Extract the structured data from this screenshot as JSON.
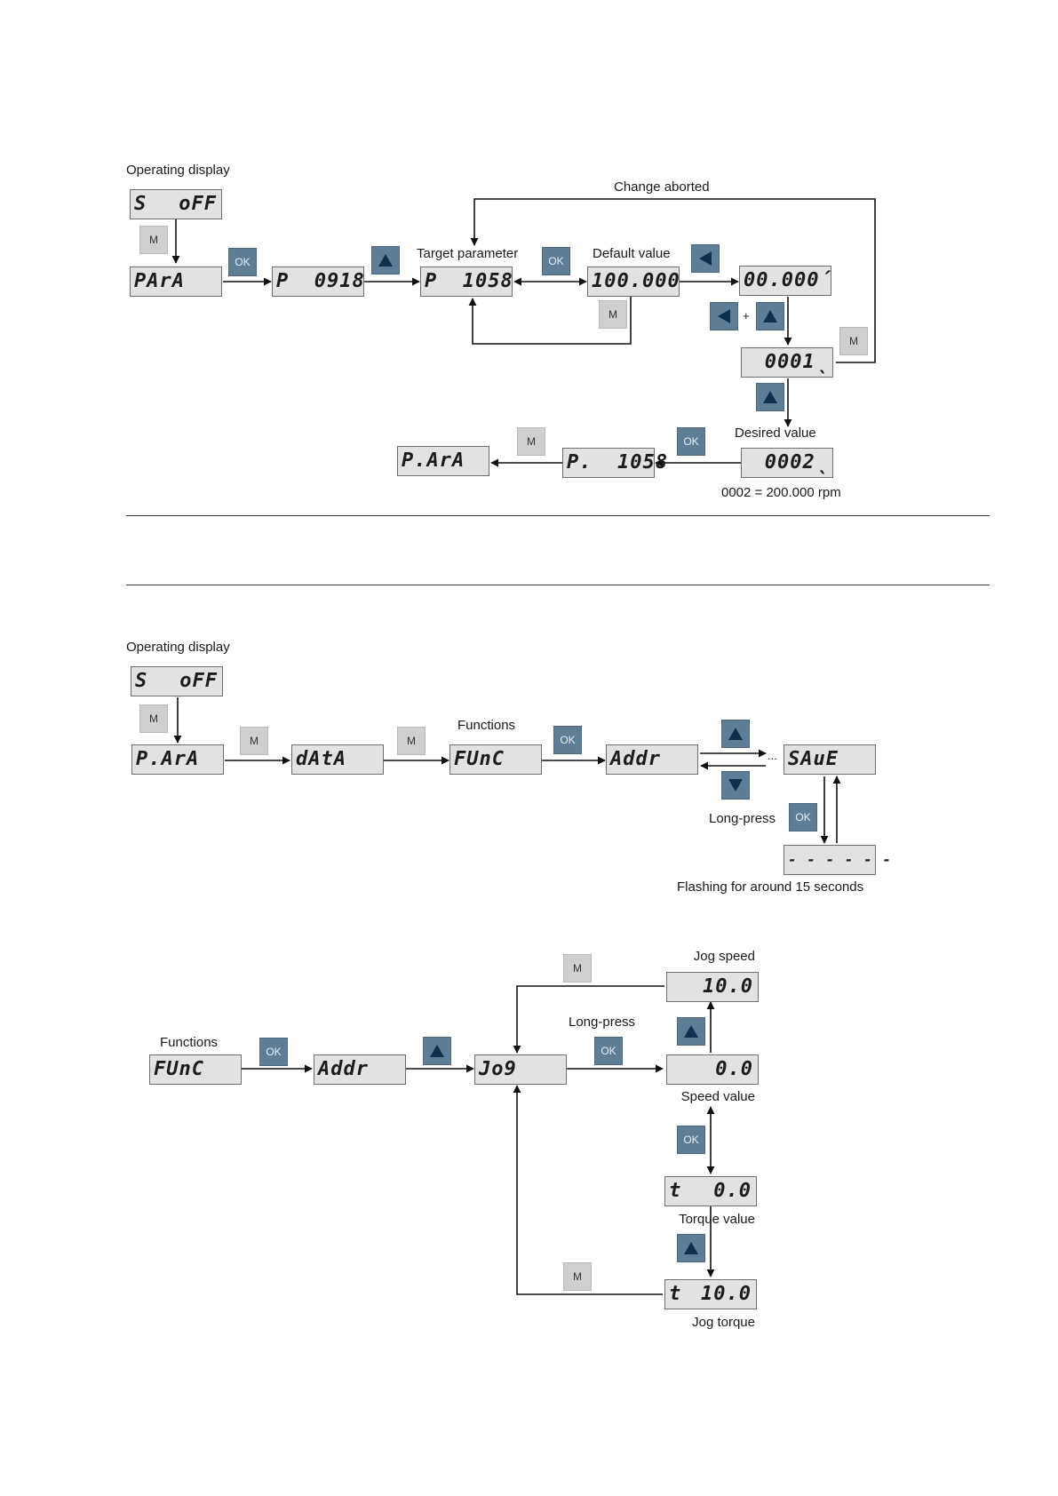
{
  "keys": {
    "m": "M",
    "ok": "OK",
    "plus": "+",
    "ellipsis": "..."
  },
  "diagram1": {
    "operating_display": "Operating display",
    "change_aborted": "Change aborted",
    "target_parameter": "Target parameter",
    "default_value": "Default value",
    "desired_value": "Desired value",
    "result_note": "0002 = 200.000 rpm",
    "displays": {
      "s_off_left": "S",
      "s_off_right": "oFF",
      "para": "PArA",
      "p0918": "P  0918",
      "p1058": "P  1058",
      "val_100": "100.000",
      "val_00000": "00.000´",
      "val_0001": "0001ˎ",
      "para_dot": "P.ArA",
      "p_dot_1058": "P.  1058",
      "val_0002": "0002ˎ"
    }
  },
  "diagram2": {
    "operating_display": "Operating display",
    "functions": "Functions",
    "long_press": "Long-press",
    "flashing": "Flashing for around 15 seconds",
    "displays": {
      "s_off_left": "S",
      "s_off_right": "oFF",
      "para": "P.ArA",
      "data": "dAtA",
      "func": "FUnC",
      "addr": "Addr",
      "save": "SAuE",
      "dashes": "- - - - - -"
    }
  },
  "diagram3": {
    "functions": "Functions",
    "long_press": "Long-press",
    "jog_speed": "Jog speed",
    "speed_value": "Speed value",
    "torque_value": "Torque value",
    "jog_torque": "Jog torque",
    "displays": {
      "func": "FUnC",
      "addr": "Addr",
      "jog": "Jo9",
      "jog_speed": "10.0",
      "speed_value": "0.0",
      "torque_left": "t",
      "torque_right": "0.0",
      "jog_torque_left": "t",
      "jog_torque_right": "10.0"
    }
  }
}
